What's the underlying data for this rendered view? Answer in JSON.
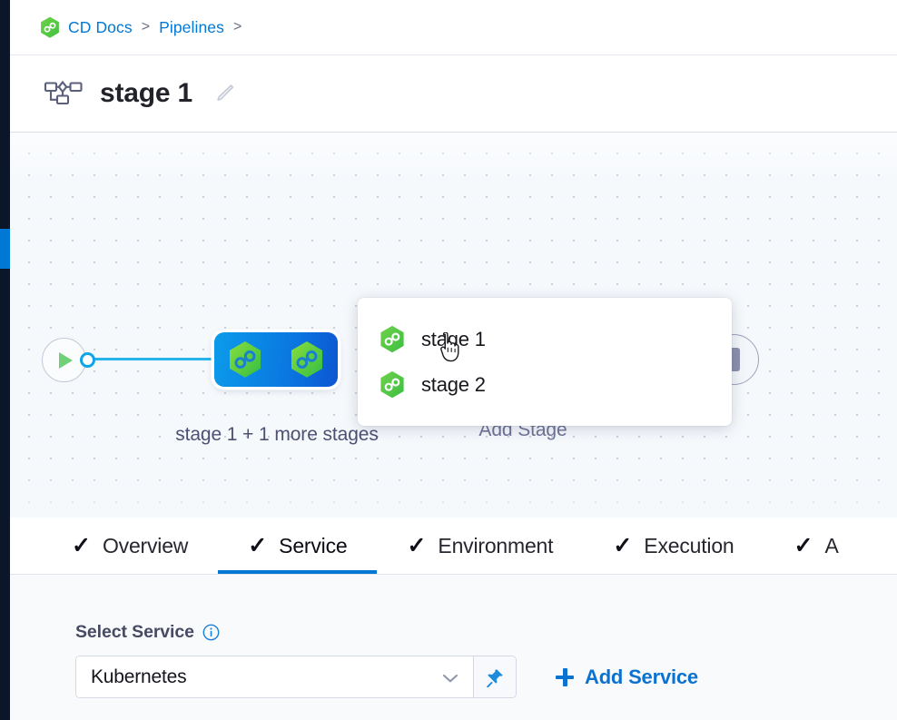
{
  "colors": {
    "accent_blue": "#0278d5",
    "link_blue": "#0b72cf",
    "hex_green": "#5cc64a",
    "node_blue_start": "#0b9ceb",
    "node_blue_end": "#0d55d1",
    "rail_dark": "#0b1728",
    "canvas_bg": "#f6f9fc",
    "text_dark": "#22222a",
    "text_muted": "#4c5073"
  },
  "breadcrumb": {
    "icon": "harness-hexagon-icon",
    "items": [
      {
        "label": "CD Docs",
        "separator": ">"
      },
      {
        "label": "Pipelines",
        "separator": ">"
      }
    ]
  },
  "header": {
    "icon": "pipeline-stages-icon",
    "title": "stage 1",
    "edit_icon": "pencil-icon"
  },
  "canvas": {
    "start_node": {
      "icon": "play-icon"
    },
    "group_node": {
      "icons": [
        "harness-hexagon-icon",
        "harness-hexagon-icon"
      ],
      "label": "stage 1 + 1 more stages"
    },
    "add_stage_label": "Add Stage",
    "add_node_icon": "add-stage-placeholder-icon",
    "cursor": "pointer-hand-cursor"
  },
  "stage_popup": {
    "items": [
      {
        "icon": "harness-hexagon-icon",
        "label": "stage 1"
      },
      {
        "icon": "harness-hexagon-icon",
        "label": "stage 2"
      }
    ]
  },
  "tabs": [
    {
      "label": "Overview",
      "check": "✓",
      "active": false
    },
    {
      "label": "Service",
      "check": "✓",
      "active": true
    },
    {
      "label": "Environment",
      "check": "✓",
      "active": false
    },
    {
      "label": "Execution",
      "check": "✓",
      "active": false
    },
    {
      "label": "A",
      "check": "✓",
      "active": false
    }
  ],
  "form": {
    "field_label": "Select Service",
    "info_icon": "info-icon",
    "select": {
      "value": "Kubernetes",
      "placeholder": "Select Service",
      "chevron_icon": "chevron-down-icon"
    },
    "pin_icon": "pin-icon",
    "add_service": {
      "plus_icon": "plus-icon",
      "label": "Add Service"
    }
  }
}
